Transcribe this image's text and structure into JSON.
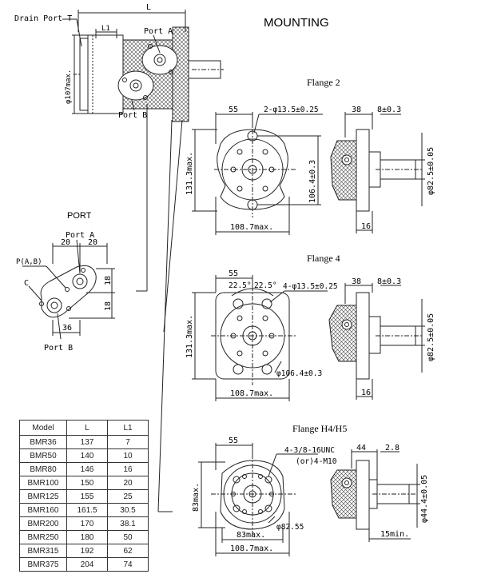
{
  "title": "MOUNTING",
  "top_view": {
    "drain_port": "Drain Port T",
    "length": "L",
    "length1": "L1",
    "port_a": "Port A",
    "port_b": "Port B",
    "diameter": "φ107max."
  },
  "port_view": {
    "title": "PORT",
    "port_a": "Port A",
    "port_b": "Port B",
    "p_label": "P(A,B)",
    "c_label": "C",
    "dim_20a": "20",
    "dim_20b": "20",
    "dim_18a": "18",
    "dim_18b": "18",
    "dim_36": "36"
  },
  "flange2": {
    "title": "Flange 2",
    "dim_55": "55",
    "holes": "2-φ13.5±0.25",
    "dim_38": "38",
    "dim_8": "8±0.3",
    "height": "131.3max.",
    "pcd": "106.4±0.3",
    "pilot": "φ82.5±0.05",
    "width": "108.7max.",
    "dim_16": "16"
  },
  "flange4": {
    "title": "Flange 4",
    "dim_55": "55",
    "angle1": "22.5°",
    "angle2": "22.5°",
    "holes": "4-φ13.5±0.25",
    "dim_38": "38",
    "dim_8": "8±0.3",
    "height": "131.3max.",
    "pcd": "φ106.4±0.3",
    "pilot": "φ82.5±0.05",
    "width": "108.7max.",
    "dim_16": "16"
  },
  "flangeH": {
    "title": "Flange H4/H5",
    "dim_55": "55",
    "thread1": "4-3/8-16UNC",
    "thread2": "(or)4-M10",
    "dim_44": "44",
    "dim_28": "2.8",
    "height": "83max.",
    "pcd": "φ82.55",
    "pilot": "φ44.4±0.05",
    "dim_83": "83max.",
    "width": "108.7max.",
    "dim_15": "15min."
  },
  "spec_table": {
    "headers": [
      "Model",
      "L",
      "L1"
    ],
    "rows": [
      [
        "BMR36",
        "137",
        "7"
      ],
      [
        "BMR50",
        "140",
        "10"
      ],
      [
        "BMR80",
        "146",
        "16"
      ],
      [
        "BMR100",
        "150",
        "20"
      ],
      [
        "BMR125",
        "155",
        "25"
      ],
      [
        "BMR160",
        "161.5",
        "30.5"
      ],
      [
        "BMR200",
        "170",
        "38.1"
      ],
      [
        "BMR250",
        "180",
        "50"
      ],
      [
        "BMR315",
        "192",
        "62"
      ],
      [
        "BMR375",
        "204",
        "74"
      ]
    ]
  }
}
